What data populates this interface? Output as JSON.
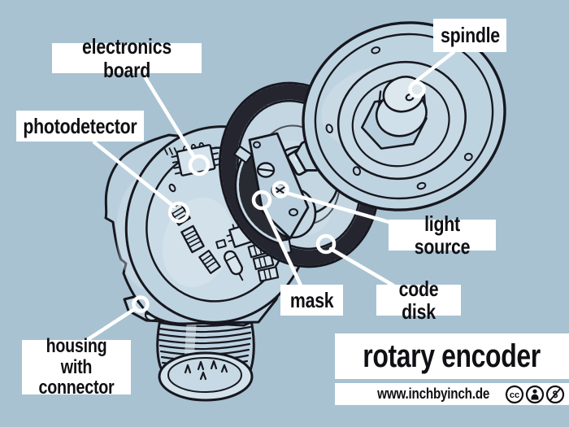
{
  "page": {
    "background_color": "#a8c2d2",
    "ink_color": "#17171f",
    "panel_color": "#ffffff"
  },
  "title_panel": {
    "title": "rotary encoder"
  },
  "footer": {
    "website": "www.inchbyinch.de",
    "license": {
      "cc_text": "cc",
      "nc_text": "$"
    }
  },
  "callouts": {
    "spindle": {
      "label": "spindle"
    },
    "electronics_board": {
      "label": "electronics board"
    },
    "photodetector": {
      "label": "photodetector"
    },
    "light_source": {
      "label": "light source"
    },
    "mask": {
      "label": "mask"
    },
    "code_disk": {
      "label": "code disk"
    },
    "housing": {
      "label": "housing with\nconnector"
    }
  }
}
